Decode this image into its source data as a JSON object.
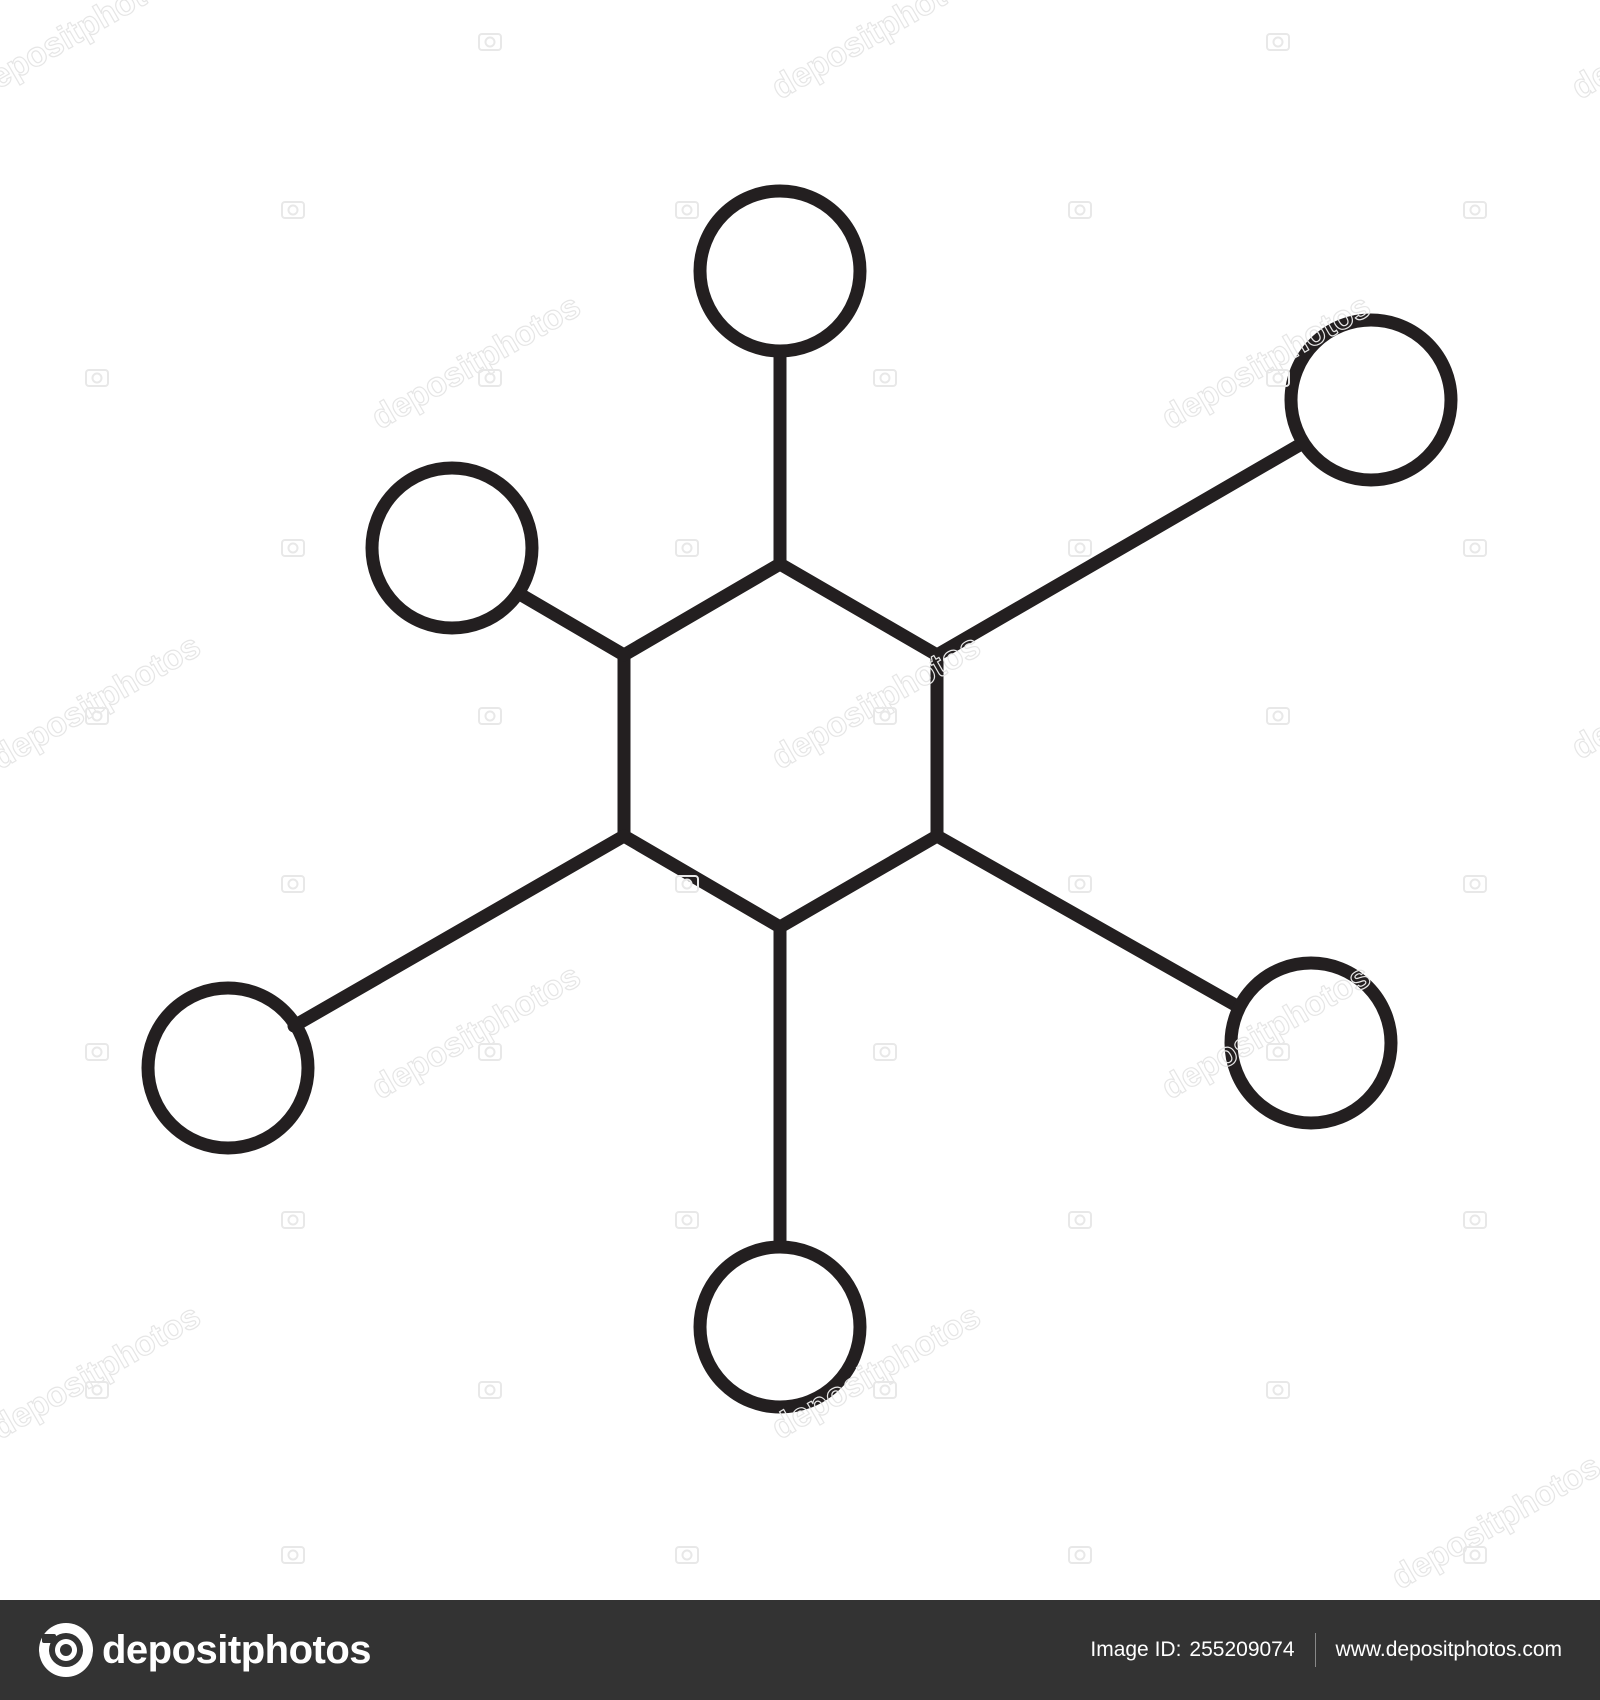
{
  "diagram": {
    "center_shape": "hexagon",
    "nodes": [
      {
        "label": "",
        "shape": "circle"
      },
      {
        "label": "",
        "shape": "circle"
      },
      {
        "label": "",
        "shape": "circle"
      },
      {
        "label": "",
        "shape": "circle"
      },
      {
        "label": "",
        "shape": "circle"
      },
      {
        "label": "",
        "shape": "circle"
      }
    ],
    "stroke_color": "#231f20",
    "background_color": "#ffffff"
  },
  "watermark": {
    "text": "depositphotos",
    "color": "#e6e6e6"
  },
  "footer": {
    "brand_name": "depositphotos",
    "image_id_label": "Image ID:",
    "image_id_value": "255209074",
    "website": "www.depositphotos.com",
    "background_color": "#333333",
    "logo_icon": "camera-aperture-icon"
  }
}
